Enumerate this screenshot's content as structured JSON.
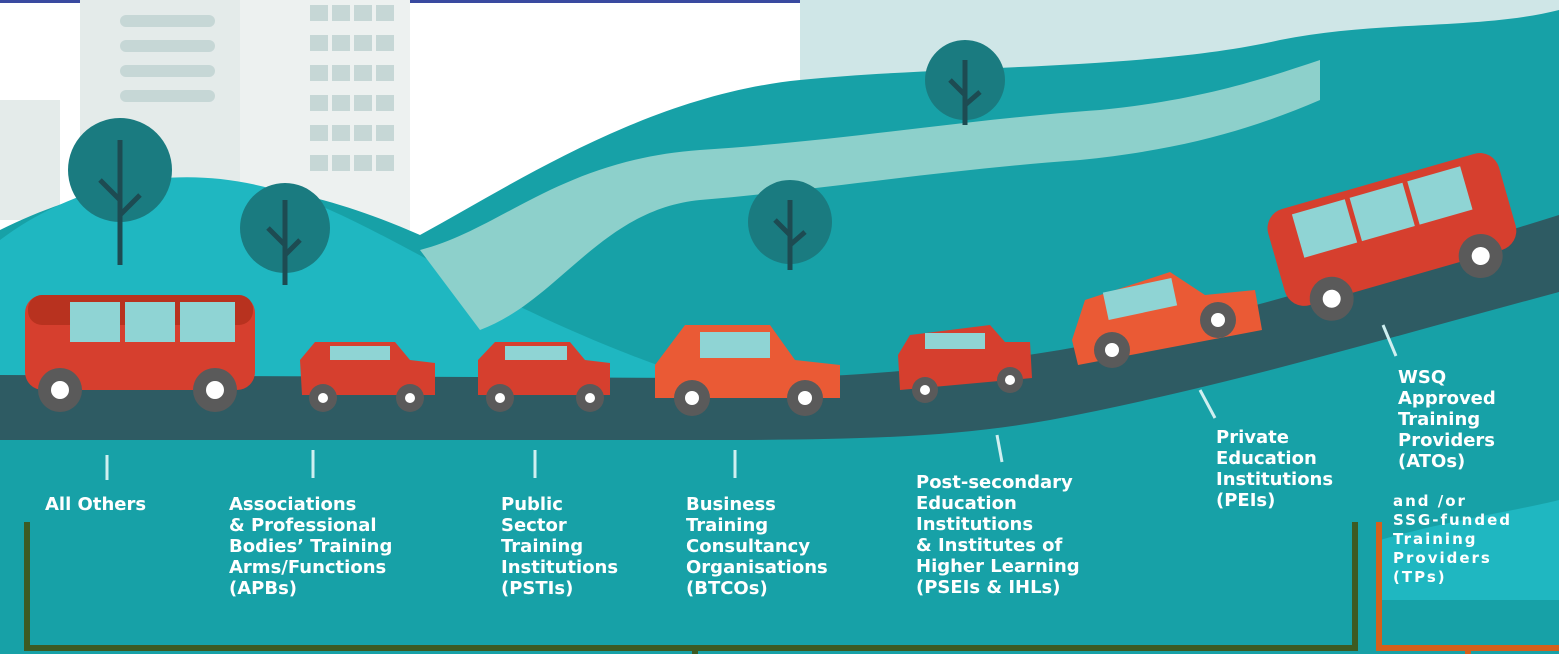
{
  "colors": {
    "sky": "#ffffff",
    "teal_dark": "#17a1a7",
    "teal_light": "#1fb7c1",
    "road": "#2e5b63",
    "tree": "#1a7b80",
    "vehicle_red": "#d63f2e",
    "vehicle_orange": "#ea5a35",
    "window": "#8fd4d4",
    "bracket_green": "#3d5a22",
    "bracket_orange": "#d4601c",
    "text": "#ffffff"
  },
  "labels": {
    "all_others": [
      "All Others"
    ],
    "apbs": [
      "Associations",
      "& Professional",
      "Bodies’ Training",
      "Arms/Functions",
      "(APBs)"
    ],
    "pstis": [
      "Public",
      "Sector",
      "Training",
      "Institutions",
      "(PSTIs)"
    ],
    "btcos": [
      "Business",
      "Training",
      "Consultancy",
      "Organisations",
      "(BTCOs)"
    ],
    "pseis": [
      "Post-secondary",
      "Education",
      "Institutions",
      "& Institutes of",
      "Higher Learning",
      "(PSEIs & IHLs)"
    ],
    "peis": [
      "Private",
      "Education",
      "Institutions",
      "(PEIs)"
    ],
    "atos": [
      "WSQ",
      "Approved",
      "Training",
      "Providers",
      "(ATOs)"
    ],
    "tps": [
      "and /or",
      "SSG-funded",
      "Training",
      "Providers",
      "(TPs)"
    ]
  }
}
